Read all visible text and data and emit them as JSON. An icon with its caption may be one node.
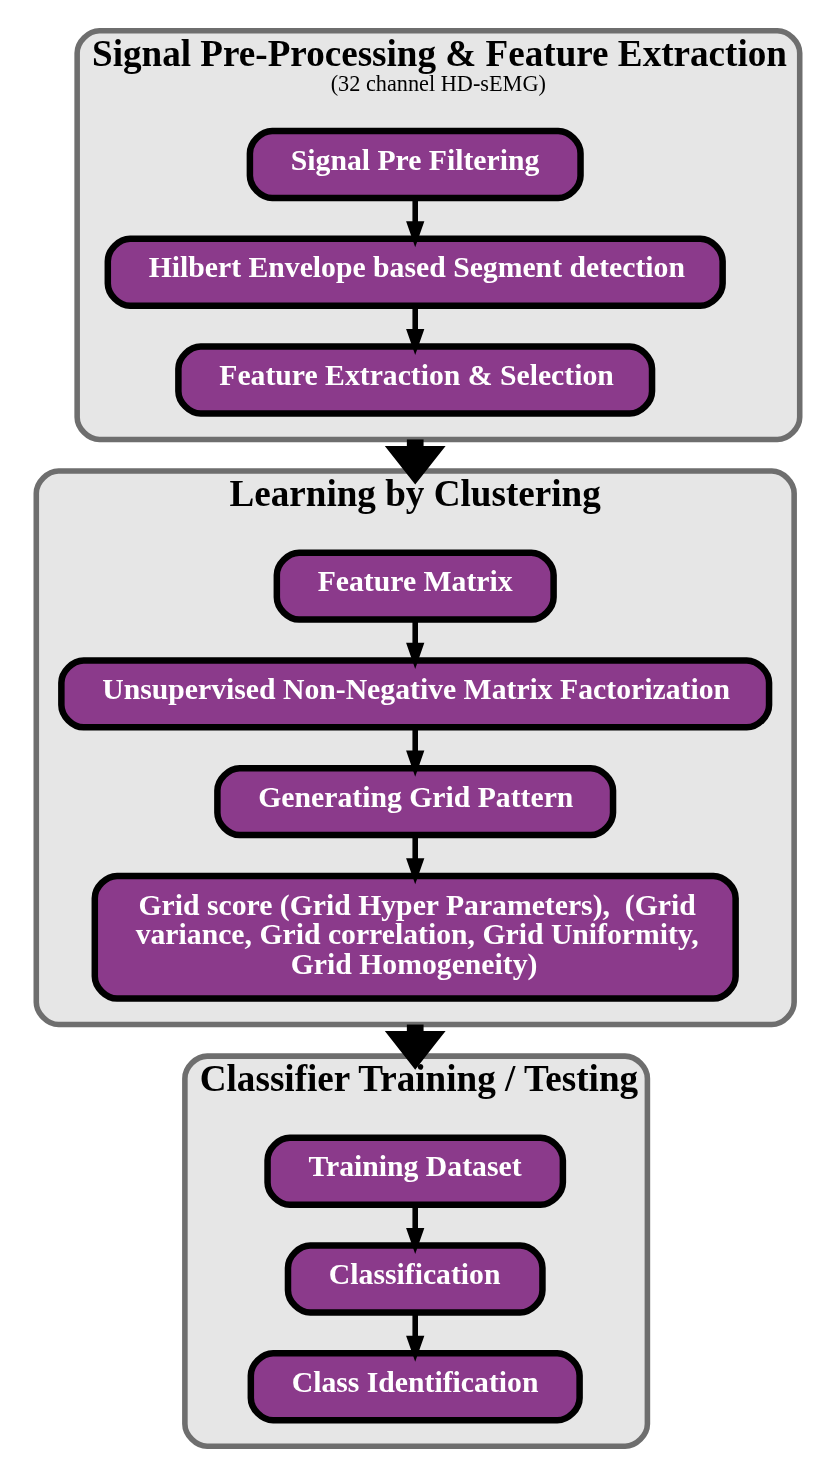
{
  "diagram": {
    "nodes": [
      {
        "text": [
          "Signal Pre-Processing & Feature Extraction",
          "(32 channel HD-sEMG)"
        ]
      },
      {
        "text": [
          "Signal Pre Filtering"
        ],
        "in": 0
      },
      {
        "text": [
          "Hilbert Envelope based Segment detection"
        ],
        "in": 0
      },
      {
        "text": [
          "Feature Extraction & Selection"
        ],
        "in": 0
      },
      {
        "text": [
          "Learning by Clustering"
        ]
      },
      {
        "text": [
          "Feature Matrix"
        ],
        "in": 4
      },
      {
        "text": [
          "Unsupervised Non-Negative Matrix Factorization"
        ],
        "in": 4
      },
      {
        "text": [
          "Generating Grid Pattern"
        ],
        "in": 4
      },
      {
        "text": [
          "Grid score (Grid Hyper Parameters),  (Grid variance, Grid correlation, Grid Uniformity, Grid Homogeneity)"
        ],
        "in": 4
      },
      {
        "text": [
          "Classifier Training / Testing"
        ]
      },
      {
        "text": [
          "Training Dataset"
        ],
        "in": 9
      },
      {
        "text": [
          "Classification"
        ],
        "in": 9
      },
      {
        "text": [
          "Class Identification"
        ],
        "in": 9
      }
    ],
    "edges": [
      {
        "from": 1,
        "to": 2,
        "arrow": "to"
      },
      {
        "from": 2,
        "to": 3,
        "arrow": "to"
      },
      {
        "from": 0,
        "to": 4,
        "arrow": "to",
        "style": "thick"
      },
      {
        "from": 5,
        "to": 6,
        "arrow": "to"
      },
      {
        "from": 6,
        "to": 7,
        "arrow": "to"
      },
      {
        "from": 7,
        "to": 8,
        "arrow": "to"
      },
      {
        "from": 4,
        "to": 9,
        "arrow": "to",
        "style": "thick"
      },
      {
        "from": 10,
        "to": 11,
        "arrow": "to"
      },
      {
        "from": 11,
        "to": 12,
        "arrow": "to"
      }
    ]
  }
}
